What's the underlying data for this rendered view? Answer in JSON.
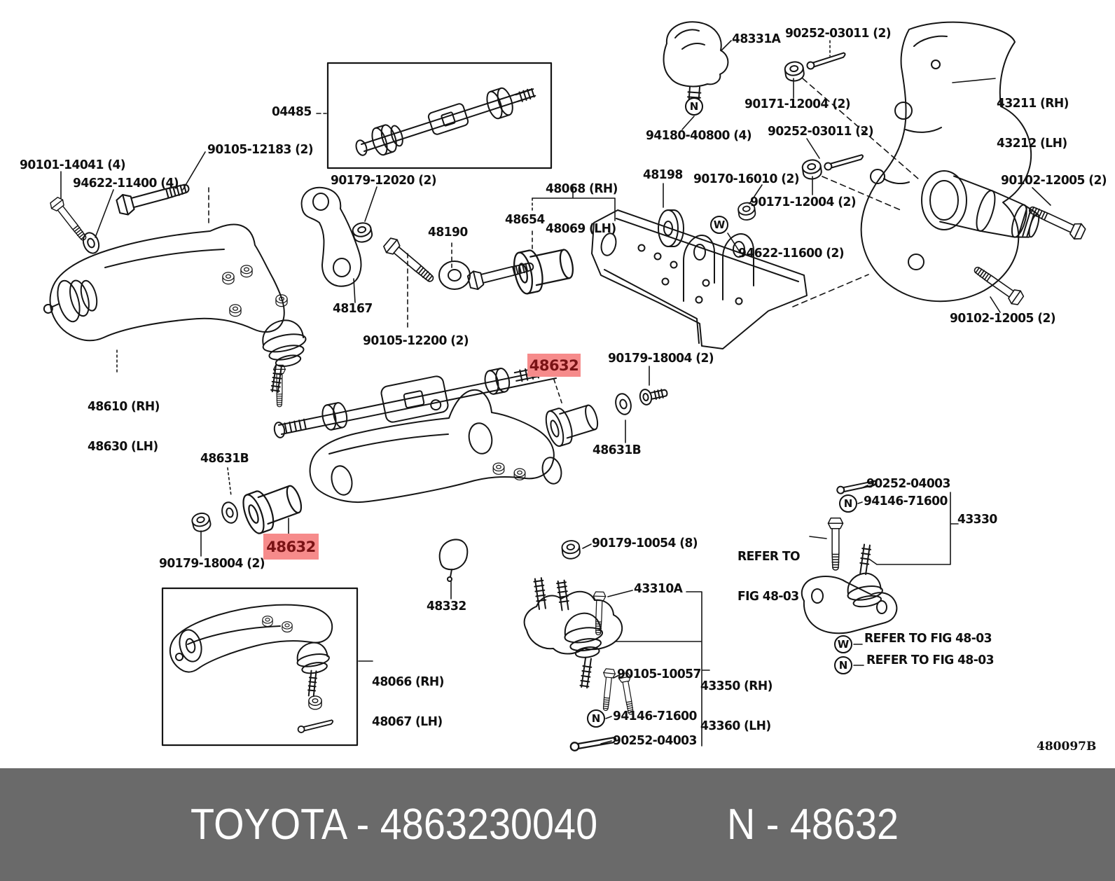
{
  "banner": {
    "brand_part": "TOYOTA - 4863230040",
    "part_short": "N - 48632",
    "background_color": "#6a6a6a",
    "text_color": "#ffffff"
  },
  "diagram_code": "480097B",
  "highlight": {
    "background_color": "#f68b8b",
    "text_color": "#7a1315"
  },
  "symbols": {
    "n": "N",
    "w": "W"
  },
  "callouts": [
    {
      "text": "90101-14041 (4)"
    },
    {
      "text": "94622-11400 (4)"
    },
    {
      "text": "90105-12183 (2)"
    },
    {
      "text": "04485"
    },
    {
      "text": "90179-12020 (2)"
    },
    {
      "text": "48068 (RH)",
      "text2": "48069 (LH)"
    },
    {
      "text": "48190"
    },
    {
      "text": "48654"
    },
    {
      "text": "48198"
    },
    {
      "text": "90170-16010 (2)"
    },
    {
      "text": "48331A"
    },
    {
      "text": "90252-03011 (2)"
    },
    {
      "text": "90171-12004 (2)"
    },
    {
      "text": "94180-40800 (4)"
    },
    {
      "text": "90252-03011 (2)"
    },
    {
      "text": "90171-12004 (2)"
    },
    {
      "text": "43211 (RH)",
      "text2": "43212 (LH)"
    },
    {
      "text": "90102-12005 (2)"
    },
    {
      "text": "94622-11600 (2)"
    },
    {
      "text": "90102-12005 (2)"
    },
    {
      "text": "48167"
    },
    {
      "text": "90105-12200 (2)"
    },
    {
      "text": "48610 (RH)",
      "text2": "48630 (LH)"
    },
    {
      "text": "48632"
    },
    {
      "text": "90179-18004 (2)"
    },
    {
      "text": "48631B"
    },
    {
      "text": "48631B"
    },
    {
      "text": "48632"
    },
    {
      "text": "90179-18004 (2)"
    },
    {
      "text": "48066 (RH)",
      "text2": "48067 (LH)"
    },
    {
      "text": "48332"
    },
    {
      "text": "90179-10054 (8)"
    },
    {
      "text": "43310A"
    },
    {
      "text": "90105-10057"
    },
    {
      "text": "43350 (RH)",
      "text2": "43360 (LH)"
    },
    {
      "text": "94146-71600"
    },
    {
      "text": "90252-04003"
    },
    {
      "text": "90252-04003"
    },
    {
      "text": "94146-71600"
    },
    {
      "text": "43330"
    },
    {
      "text": "REFER TO",
      "text2": "FIG 48-03"
    },
    {
      "text": "REFER TO FIG 48-03"
    },
    {
      "text": "REFER TO FIG 48-03"
    }
  ]
}
